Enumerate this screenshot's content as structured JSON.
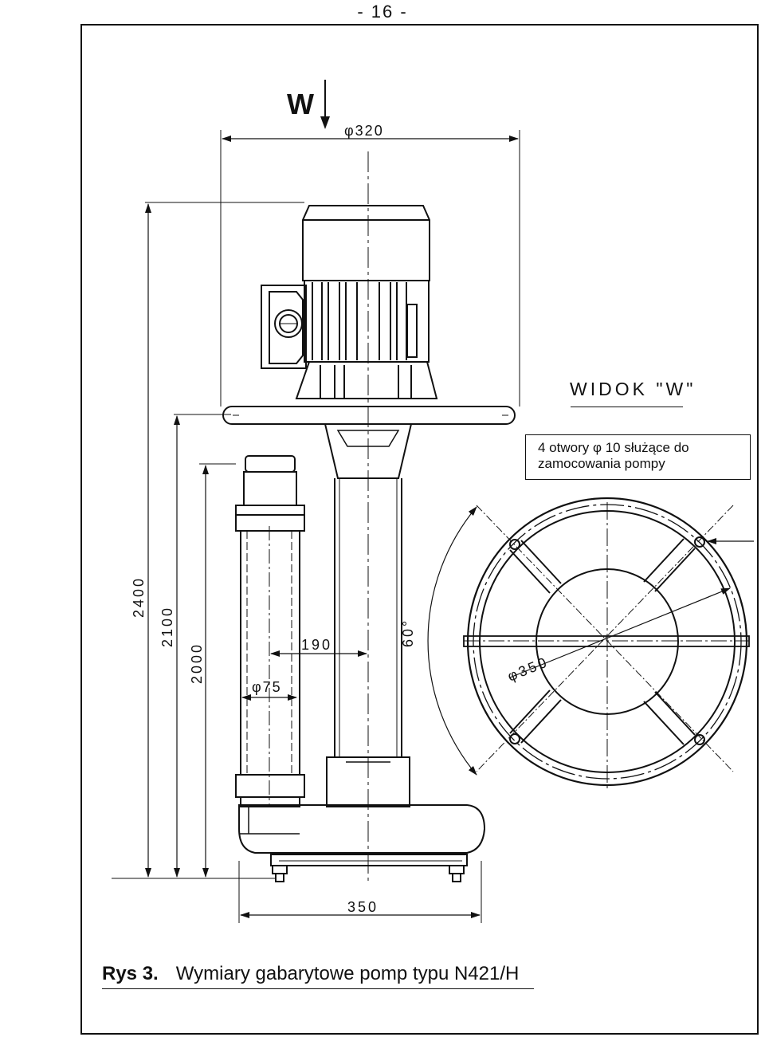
{
  "page_number": "- 16 -",
  "view_arrow_label": "W",
  "dimensions": {
    "motor_diameter": "φ320",
    "total_height": "2400",
    "height_2": "2100",
    "height_3": "2000",
    "pipe_diameter": "φ75",
    "axis_offset": "190",
    "angle": "60°",
    "bolt_circle": "φ350",
    "base_width": "350"
  },
  "view_title": "WIDOK \"W\"",
  "note": {
    "line1": "4 otwory   φ  10  służące  do",
    "line2": "zamocowania  pompy"
  },
  "caption": {
    "prefix": "Rys 3.",
    "text": "Wymiary gabarytowe pomp typu N421/H"
  }
}
